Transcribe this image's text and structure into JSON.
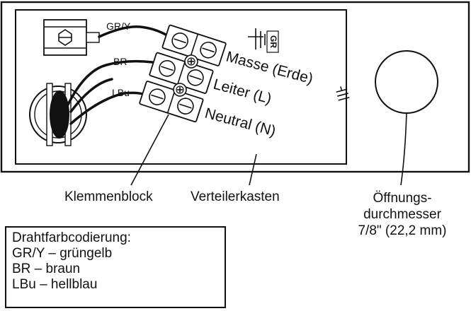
{
  "wire_labels": {
    "ground": "GR/Y",
    "live": "BR",
    "neutral": "LBu"
  },
  "terminal_labels": {
    "ground": "Masse (Erde)",
    "live": "Leiter (L)",
    "neutral": "Neutral (N)"
  },
  "ground_stamp": "GR",
  "callouts": {
    "terminal_block": "Klemmenblock",
    "junction_box": "Verteilerkasten",
    "hole_line1": "Öffnungs-",
    "hole_line2": "durchmesser",
    "hole_line3": "7/8\" (22,2 mm)"
  },
  "legend": {
    "title": "Drahtfarbcodierung:",
    "items": [
      "GR/Y – grüngelb",
      "BR – braun",
      "LBu – hellblau"
    ]
  }
}
